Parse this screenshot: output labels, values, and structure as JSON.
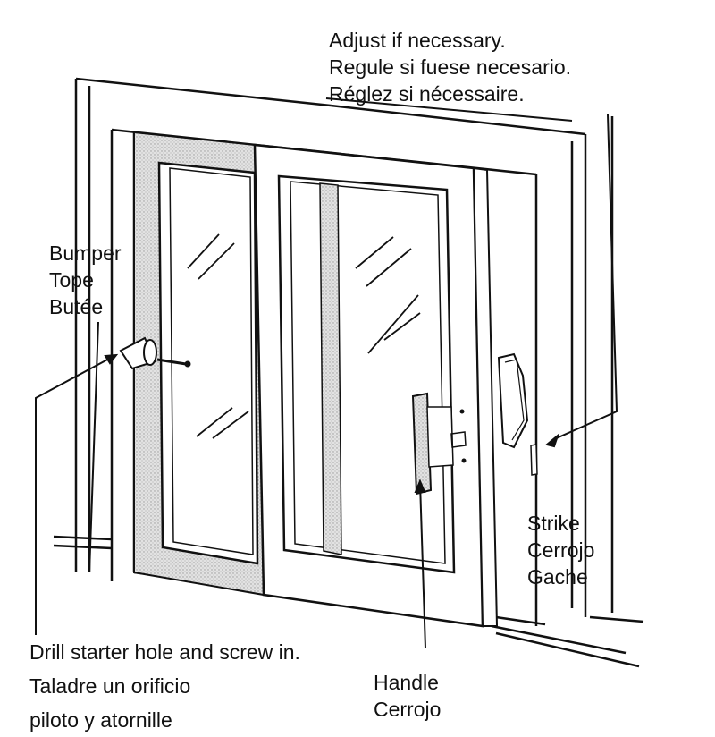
{
  "labels": {
    "adjust": [
      "Adjust if necessary.",
      "Regule si fuese necesario.",
      "Réglez si nécessaire."
    ],
    "bumper": [
      "Bumper",
      "Tope",
      "Butée"
    ],
    "strike": [
      "Strike",
      "Cerrojo",
      "Gache"
    ],
    "drill": [
      "Drill starter hole and screw in.",
      "Taladre un orificio",
      "piloto y atornille"
    ],
    "handle": [
      "Handle",
      "Cerrojo"
    ]
  },
  "colors": {
    "ink": "#111111",
    "shade": "#d8d8d8",
    "paper": "#ffffff"
  }
}
